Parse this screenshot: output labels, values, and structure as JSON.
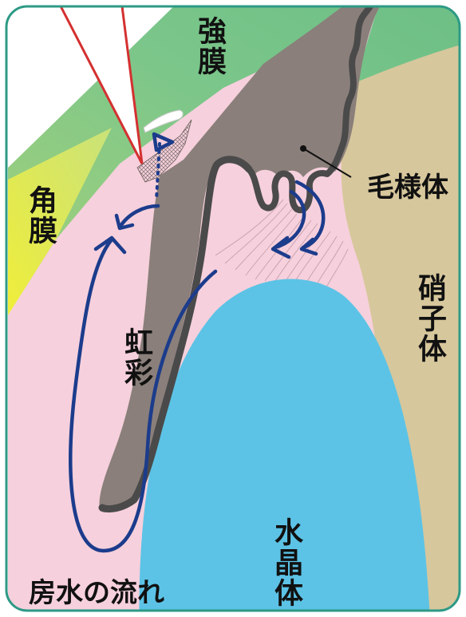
{
  "labels": {
    "sclera": "強膜",
    "cornea": "角膜",
    "ciliary_body": "毛様体",
    "vitreous_body": "硝子体",
    "iris": "虹彩",
    "lens": "水晶体",
    "title": "房水の流れ"
  },
  "colors": {
    "frame": "#2d9a86",
    "sclera": "#7cc68a",
    "cornea": "#e8e84a",
    "aqueous": "#f6d0dc",
    "vitreous": "#d7c79c",
    "lens": "#5cc3e6",
    "tissue": "#8a7f7a",
    "pigment": "#4a4a4a",
    "flow_arrow": "#1c3c8c",
    "pointer": "#d43030"
  }
}
